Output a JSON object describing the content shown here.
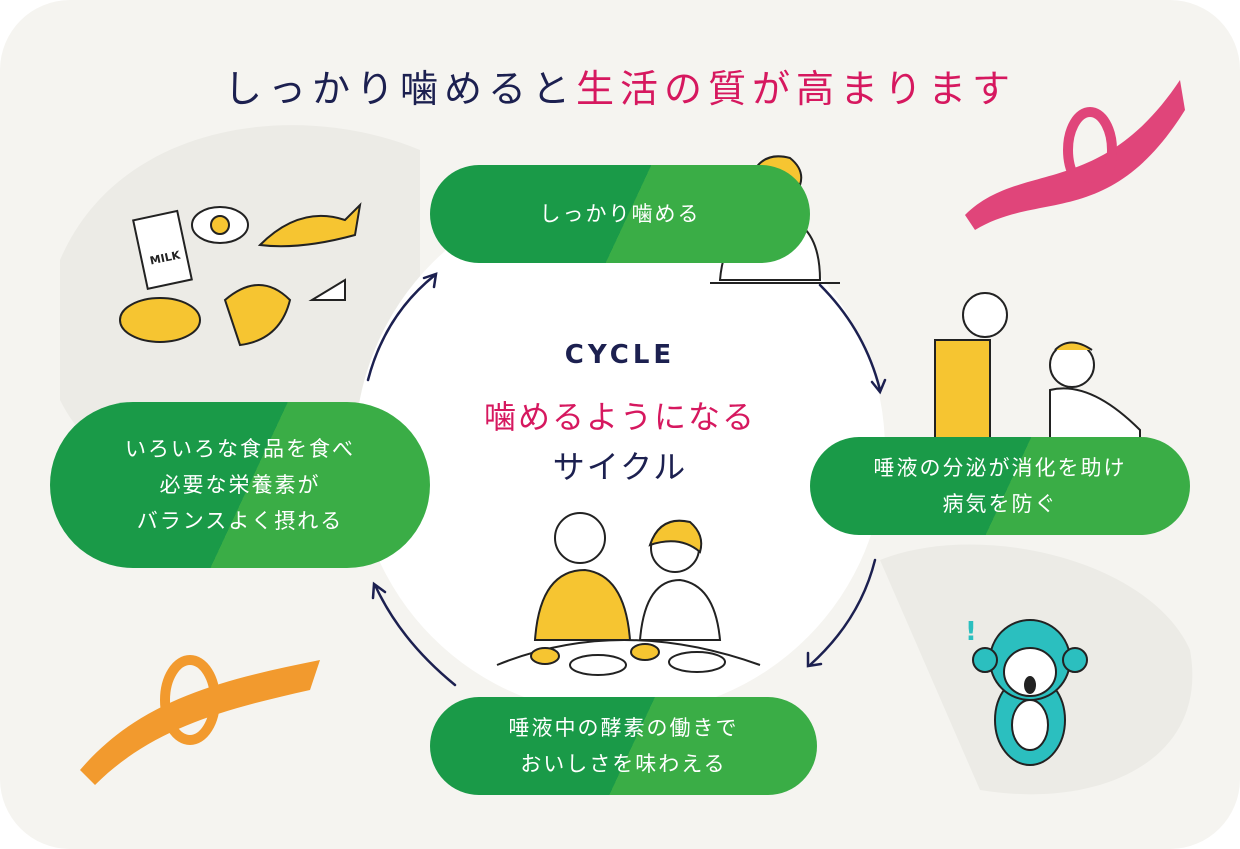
{
  "title": {
    "part1": "しっかり噛めると",
    "part2": "生活の質が高まります"
  },
  "center": {
    "label": "CYCLE",
    "heading": "噛めるようになる",
    "subheading": "サイクル"
  },
  "steps": [
    {
      "text": "しっかり噛める"
    },
    {
      "text": "唾液の分泌が消化を助け\n病気を防ぐ"
    },
    {
      "text": "唾液中の酵素の働きで\nおいしさを味わえる"
    },
    {
      "text": "いろいろな食品を食べ\n必要な栄養素が\nバランスよく摂れる"
    }
  ],
  "food_label": "MILK",
  "colors": {
    "navy": "#1c2050",
    "pink": "#d6185f",
    "green_dark": "#1a9a48",
    "green_light": "#3aad46",
    "background": "#f5f4f0"
  }
}
